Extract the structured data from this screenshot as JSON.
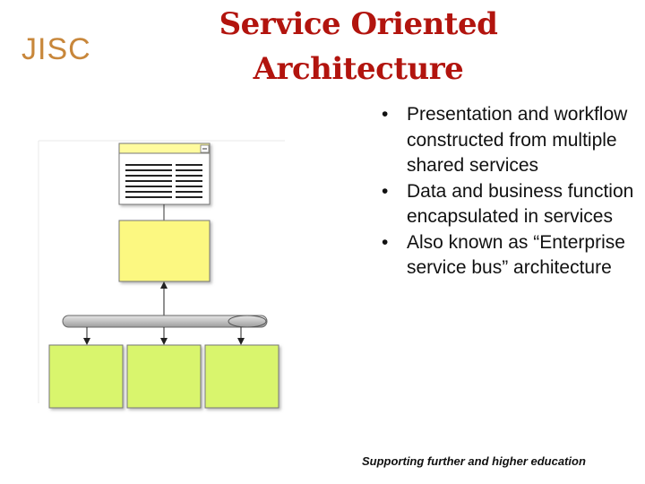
{
  "logo": {
    "text": "JISC",
    "color": "#c8873b"
  },
  "title": {
    "line1": "Service Oriented",
    "line2": "Architecture",
    "color": "#b2140e"
  },
  "bullets": [
    "Presentation and workflow constructed from multiple shared services",
    "Data and business function encapsulated in services",
    "Also known as “Enterprise service bus” architecture"
  ],
  "footer": "Supporting further and higher education",
  "diagram": {
    "window_color": "#fffb9e",
    "workflow_box_color": "#fcf881",
    "service_box_color": "#d9f56d",
    "bus_color": "#c9c9c9",
    "minimize_glyph": "−"
  }
}
